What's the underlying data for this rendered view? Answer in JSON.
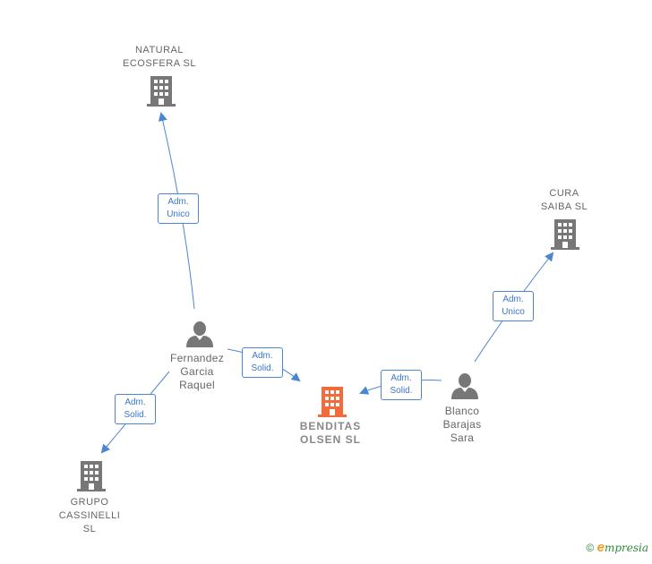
{
  "nodes": {
    "natural_ecosfera": {
      "lines": [
        "NATURAL",
        "ECOSFERA  SL"
      ],
      "kind": "company"
    },
    "cura_saiba": {
      "lines": [
        "CURA",
        "SAIBA  SL"
      ],
      "kind": "company"
    },
    "fernandez": {
      "lines": [
        "Fernandez",
        "Garcia",
        "Raquel"
      ],
      "kind": "person"
    },
    "benditas": {
      "lines": [
        "BENDITAS",
        "OLSEN  SL"
      ],
      "kind": "main-company"
    },
    "blanco": {
      "lines": [
        "Blanco",
        "Barajas",
        "Sara"
      ],
      "kind": "person"
    },
    "grupo_cassinelli": {
      "lines": [
        "GRUPO",
        "CASSINELLI",
        "SL"
      ],
      "kind": "company"
    }
  },
  "edges": [
    {
      "id": "fernandez-natural",
      "lines": [
        "Adm.",
        "Unico"
      ]
    },
    {
      "id": "fernandez-benditas",
      "lines": [
        "Adm.",
        "Solid."
      ]
    },
    {
      "id": "fernandez-grupo",
      "lines": [
        "Adm.",
        "Solid."
      ]
    },
    {
      "id": "blanco-benditas",
      "lines": [
        "Adm.",
        "Solid."
      ]
    },
    {
      "id": "blanco-cura",
      "lines": [
        "Adm.",
        "Unico"
      ]
    }
  ],
  "colors": {
    "company": "#777777",
    "main_company": "#f26b3a",
    "person": "#777777",
    "edge": "#4a86d4"
  },
  "footer": {
    "copyright": "©",
    "brand_e": "e",
    "brand_rest": "mpresia"
  }
}
